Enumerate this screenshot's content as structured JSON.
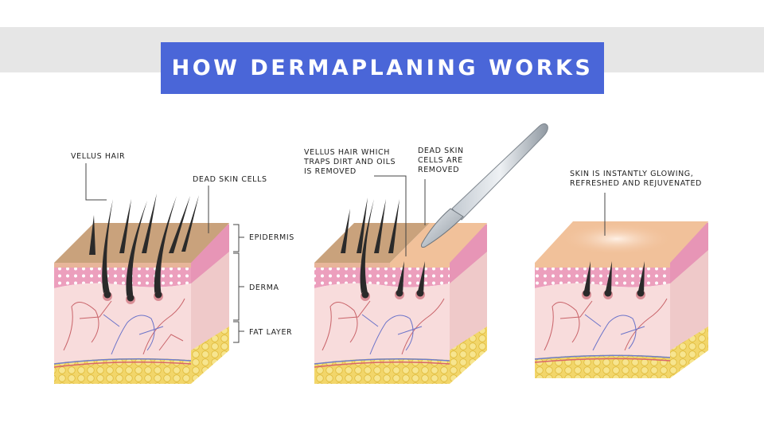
{
  "title": "HOW DERMAPLANING WORKS",
  "colors": {
    "title_bg": "#4a66d8",
    "band": "#e6e6e6",
    "dead_skin": "#c9a27c",
    "fresh_skin": "#f1c19a",
    "pink_layer": "#ec9fbd",
    "derma": "#f8dcdc",
    "fat": "#f2d66a",
    "hair": "#2a2a2a"
  },
  "panel1": {
    "labels": {
      "vellus_hair": "VELLUS HAIR",
      "dead_skin_cells": "DEAD SKIN CELLS",
      "epidermis": "EPIDERMIS",
      "derma": "DERMA",
      "fat_layer": "FAT LAYER"
    }
  },
  "panel2": {
    "label_hair": [
      "VELLUS HAIR WHICH",
      "TRAPS DIRT AND OILS",
      "IS REMOVED"
    ],
    "label_dead": [
      "DEAD SKIN",
      "CELLS ARE",
      "REMOVED"
    ]
  },
  "panel3": {
    "label": [
      "SKIN IS INSTANTLY GLOWING,",
      "REFRESHED AND REJUVENATED"
    ]
  }
}
